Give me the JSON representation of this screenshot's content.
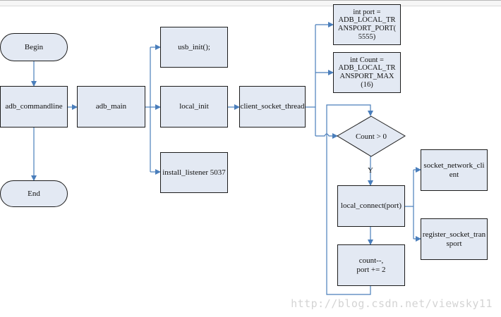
{
  "nodes": {
    "begin": "Begin",
    "end": "End",
    "adb_commandline": "adb_commandline",
    "adb_main": "adb_main",
    "usb_init": "usb_init();",
    "local_init": "local_init",
    "install_listener": "install_listener 5037",
    "client_socket_thread": "client_socket_thread",
    "port_assign": [
      "int  port =",
      "ADB_LOCAL_TR",
      "ANSPORT_PORT(",
      "5555)"
    ],
    "count_assign": [
      "int  Count =",
      "ADB_LOCAL_TR",
      "ANSPORT_MAX",
      "(16)"
    ],
    "decision": "Count > 0",
    "yes": "Y",
    "local_connect": "local_connect(port)",
    "socket_network_client": [
      "socket_network_cli",
      "ent"
    ],
    "register_socket_transport": [
      "register_socket_tran",
      "sport"
    ],
    "count_decrement": [
      "count--,",
      "port += 2"
    ]
  },
  "watermark": "http://blog.csdn.net/viewsky11",
  "colors": {
    "box_fill": "#e3e9f3",
    "box_border": "#1c1c1c",
    "connector": "#4a7ebb",
    "watermark": "#d4d4d4"
  }
}
